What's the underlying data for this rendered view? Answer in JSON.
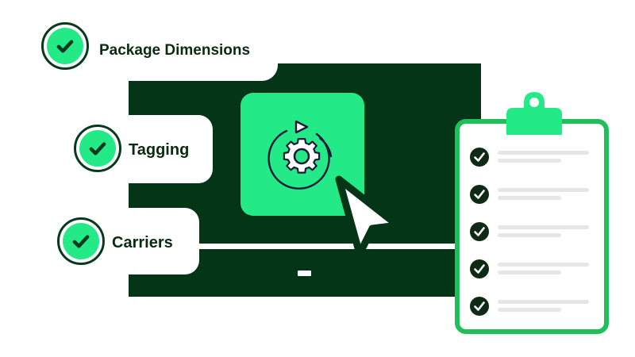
{
  "features": [
    {
      "label": "Package Dimensions",
      "checked": true
    },
    {
      "label": "Tagging",
      "checked": true
    },
    {
      "label": "Carriers",
      "checked": true
    }
  ],
  "icons": {
    "feature_check": "checkmark-icon",
    "gear": "gear-sync-icon",
    "cursor": "mouse-pointer-icon",
    "clipboard": "clipboard-icon",
    "task_check": "task-checkmark-icon"
  },
  "clipboard_tasks": [
    {
      "checked": true
    },
    {
      "checked": true
    },
    {
      "checked": true
    },
    {
      "checked": true
    },
    {
      "checked": true
    }
  ],
  "colors": {
    "accent_green": "#23ea86",
    "dark_green": "#053517",
    "clipboard_green": "#1fbf5a",
    "text_dark": "#0a2a14"
  }
}
